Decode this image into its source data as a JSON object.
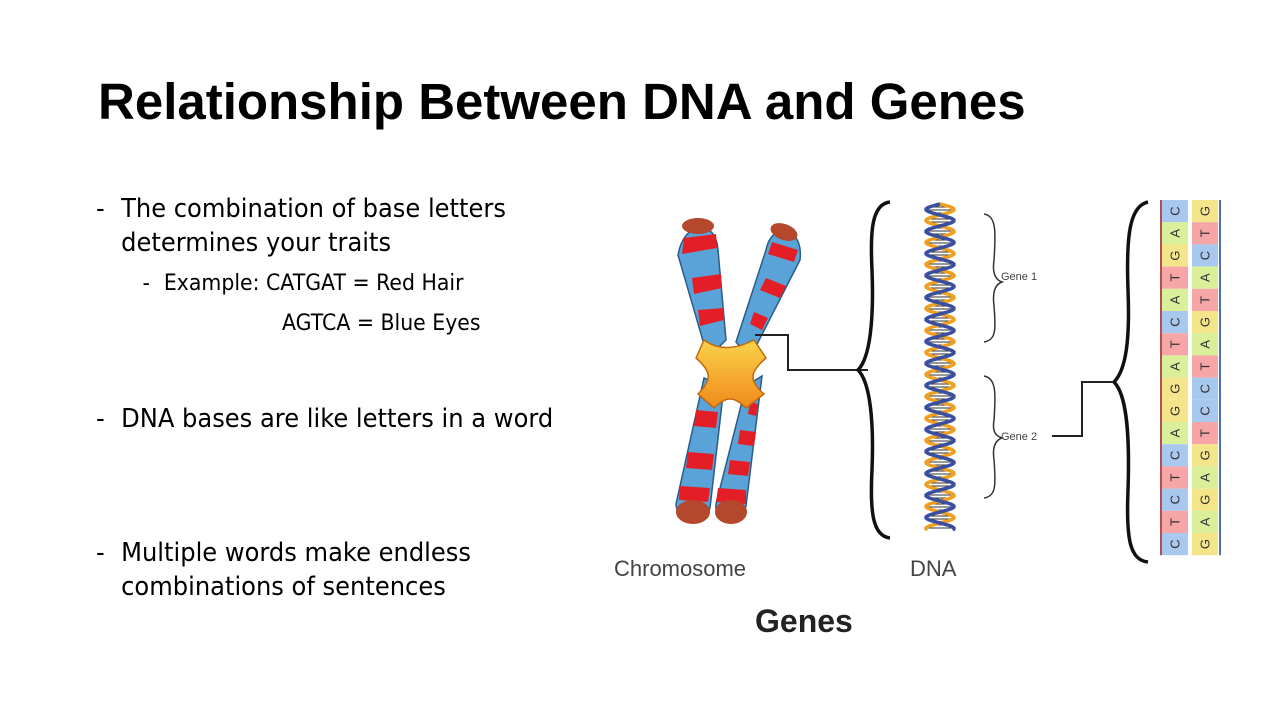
{
  "slide": {
    "title": "Relationship Between DNA and Genes",
    "bullets": [
      {
        "dash": "-",
        "text": "The combination of base letters determines your traits"
      },
      {
        "dash": "-",
        "text": "DNA bases are like letters in a word"
      },
      {
        "dash": "-",
        "text": "Multiple words make endless combinations of sentences"
      }
    ],
    "sub_bullet": {
      "dash": "-",
      "text": "Example: CATGAT = Red Hair",
      "continuation": "AGTCA = Blue Eyes"
    }
  },
  "figure": {
    "chromosome_label": "Chromosome",
    "dna_label": "DNA",
    "genes_label": "Genes",
    "gene1_label": "Gene 1",
    "gene2_label": "Gene 2",
    "left_strand": [
      "C",
      "A",
      "G",
      "T",
      "A",
      "C",
      "T",
      "A",
      "G",
      "G",
      "A",
      "C",
      "T",
      "C",
      "T",
      "C"
    ],
    "right_strand": [
      "G",
      "T",
      "C",
      "A",
      "T",
      "G",
      "A",
      "T",
      "C",
      "C",
      "T",
      "G",
      "A",
      "G",
      "A",
      "G"
    ],
    "base_colors": {
      "A": "#d9ef9a",
      "T": "#f6a6a6",
      "C": "#a9c8ee",
      "G": "#f5e58a"
    },
    "chromosome_colors": {
      "band_red": "#e41e26",
      "band_blue": "#5aa3d8",
      "center": "#f7b21b"
    }
  }
}
